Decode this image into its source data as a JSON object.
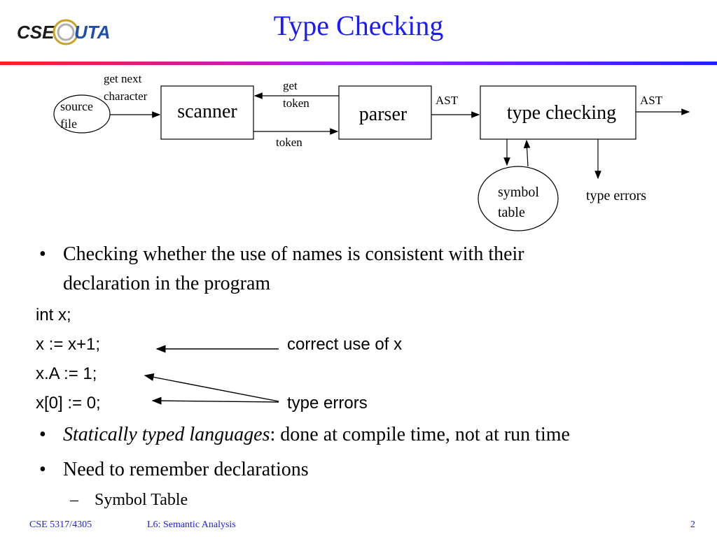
{
  "header": {
    "logo_text": "CSE@UTA",
    "title": "Type Checking"
  },
  "diagram": {
    "source_file_line1": "source",
    "source_file_line2": "file",
    "get_next_line1": "get next",
    "get_next_line2": "character",
    "scanner": "scanner",
    "get_token_line1": "get",
    "get_token_line2": "token",
    "token": "token",
    "parser": "parser",
    "ast_1": "AST",
    "type_checking": "type checking",
    "ast_2": "AST",
    "symbol_table_line1": "symbol",
    "symbol_table_line2": "table",
    "type_errors": "type errors"
  },
  "bullets": {
    "b1_line1": "Checking whether the use of names is consistent with their",
    "b1_line2": "declaration in the program",
    "code_1": "int x;",
    "code_2": "x := x+1;",
    "code_3": "x.A := 1;",
    "code_4": "x[0] := 0;",
    "annot_correct": "correct use of x",
    "annot_errors": "type errors",
    "b2_italic": "Statically typed languages",
    "b2_rest": ": done at compile time, not at run time",
    "b3": "Need to remember declarations",
    "sub1": "Symbol Table",
    "bullet_char": "•",
    "dash_char": "–"
  },
  "footer": {
    "course": "CSE 5317/4305",
    "lecture": "L6: Semantic Analysis",
    "page": "2"
  },
  "colors": {
    "title": "#1a1aff",
    "footer": "#1a1aff",
    "rule_start": "#ff2020",
    "rule_end": "#2020ff"
  }
}
